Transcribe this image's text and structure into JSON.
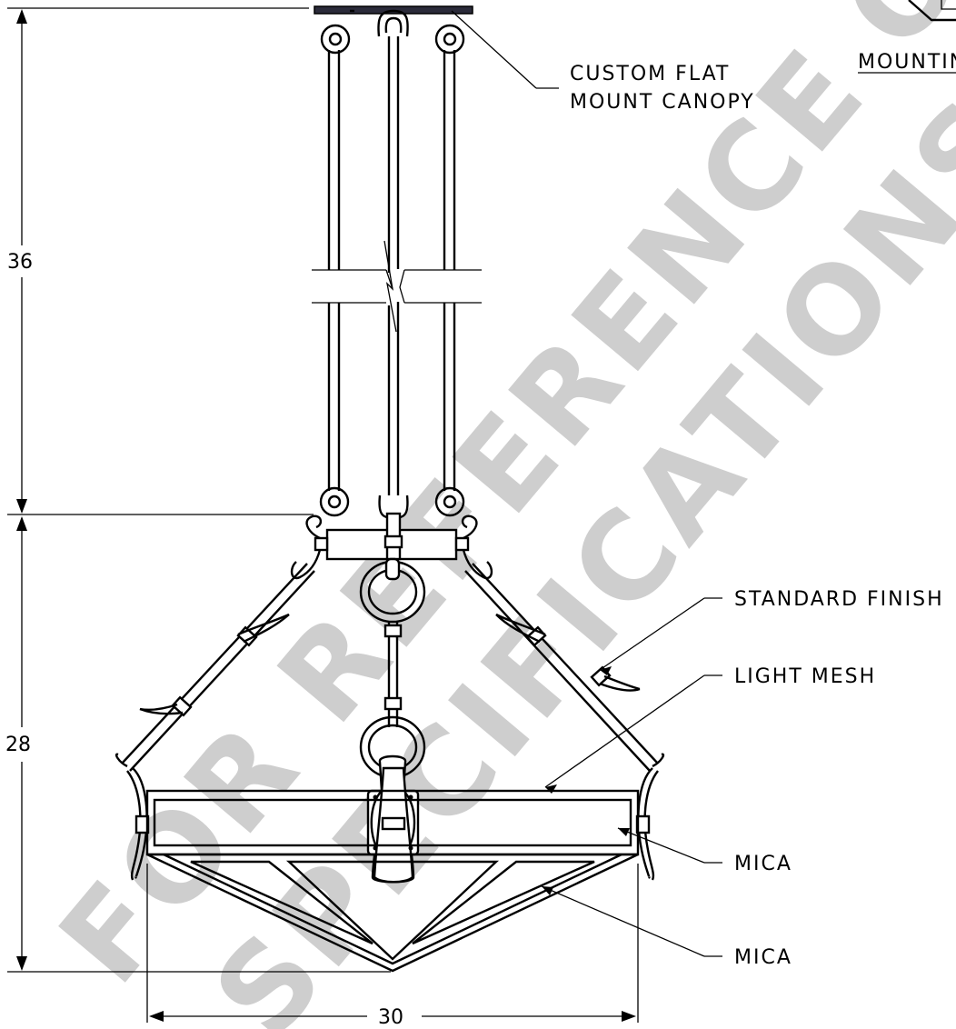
{
  "labels": {
    "canopy_line1": "CUSTOM FLAT",
    "canopy_line2": "MOUNT CANOPY",
    "mounting": "MOUNTIN",
    "standard_finish": "STANDARD FINISH",
    "light_mesh": "LIGHT MESH",
    "mica_upper": "MICA",
    "mica_lower": "MICA"
  },
  "dimensions": {
    "chain_length": "36",
    "body_height": "28",
    "width": "30"
  },
  "watermark": {
    "line1": "FOR REFERENCE ONLY",
    "line2": "SPECIFICATIONS MAY"
  },
  "colors": {
    "line": "#000000",
    "watermark": "#c6c6c6",
    "canopy_fill": "#2b2b3a"
  }
}
